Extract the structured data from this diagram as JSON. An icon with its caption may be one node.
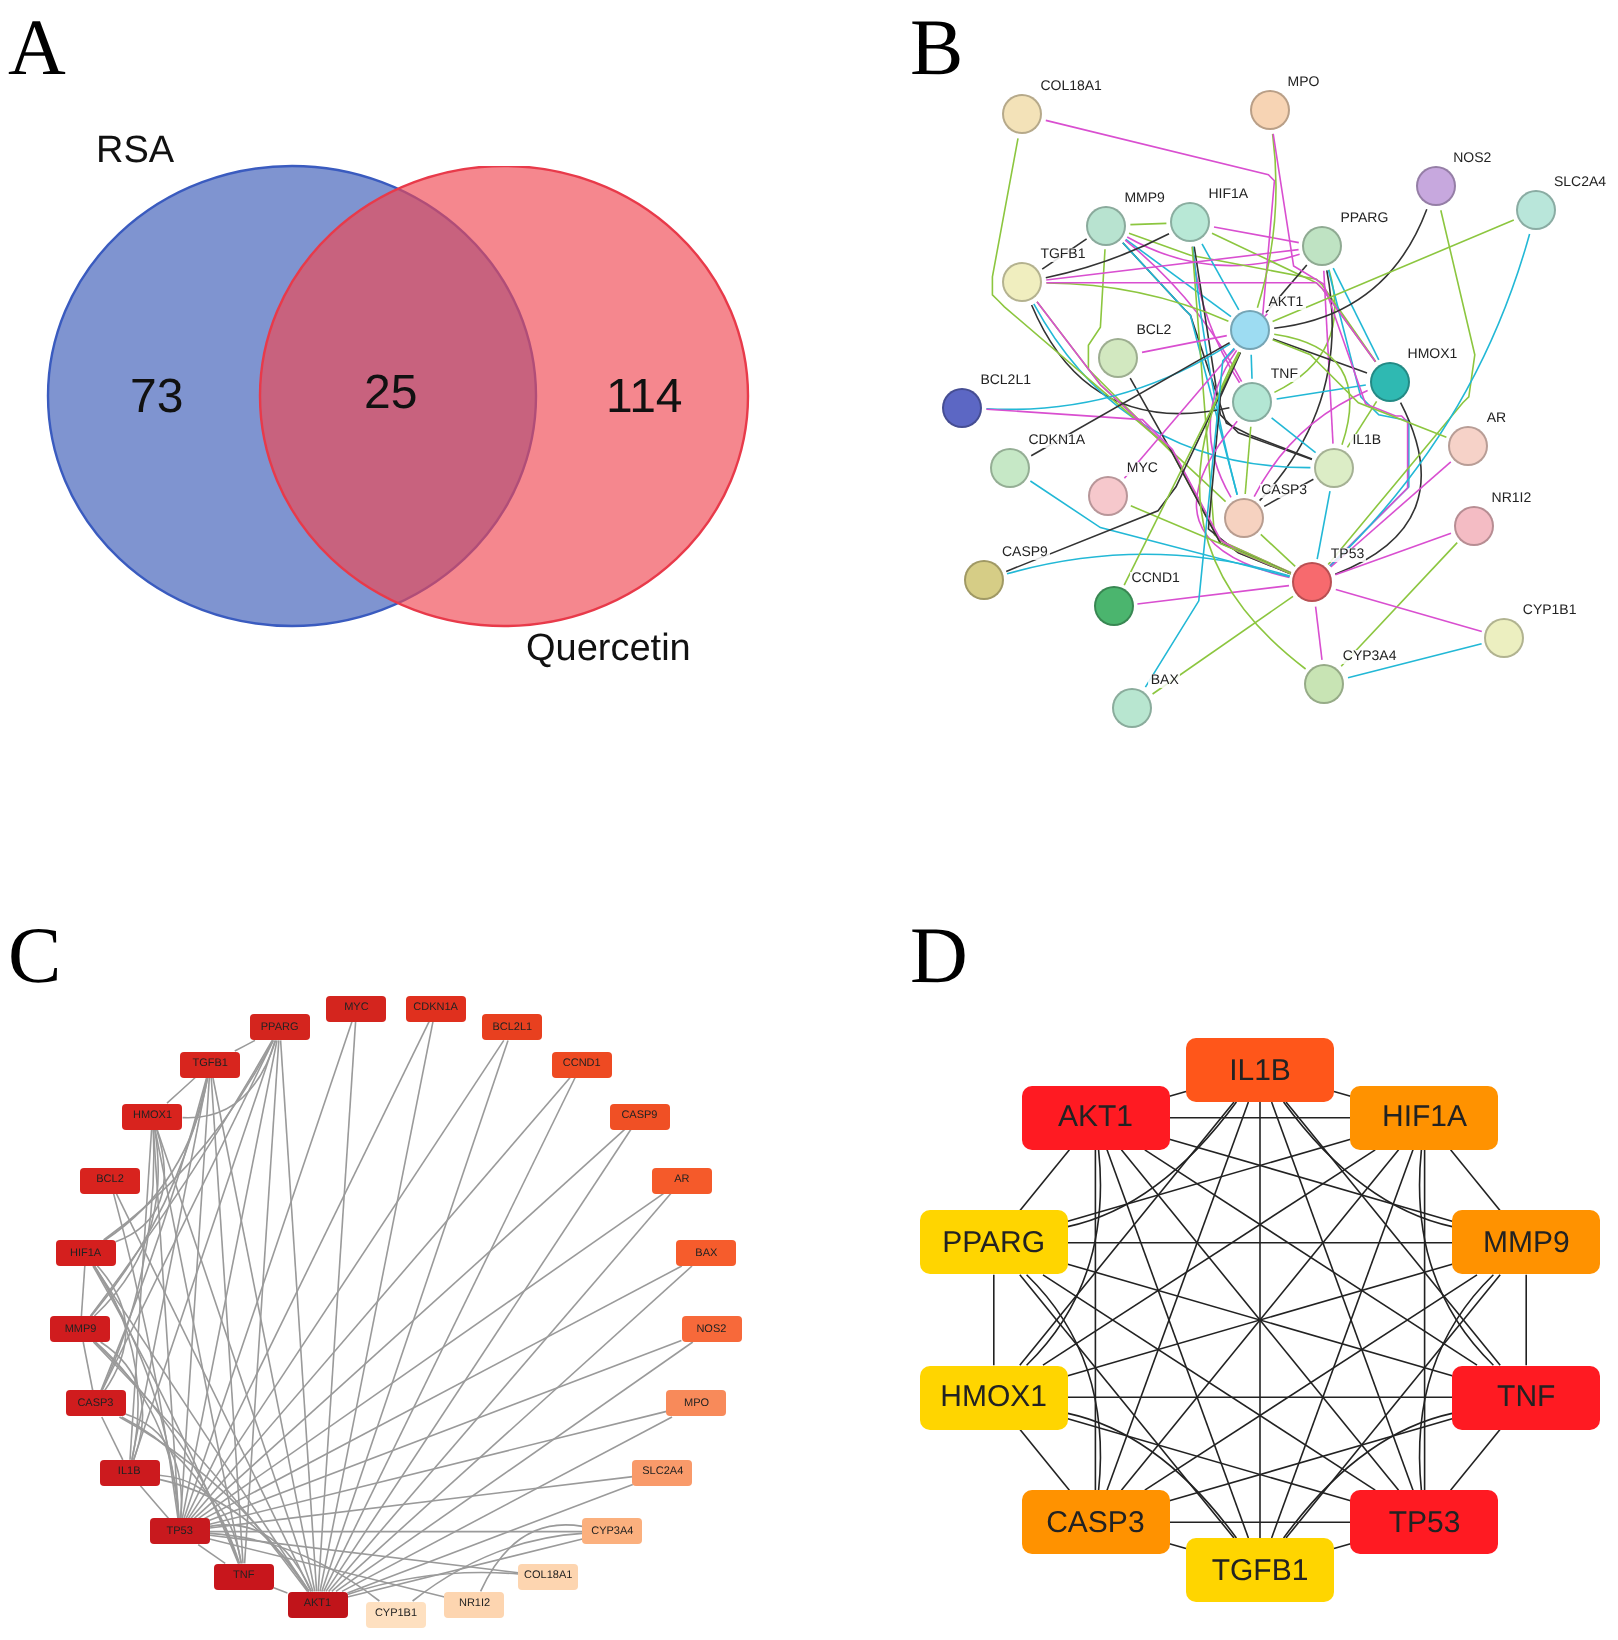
{
  "diagram": {
    "nodes": [
      {
        "text": [
          "RSA",
          "73"
        ]
      },
      {
        "text": [
          "114",
          "Quercetin"
        ]
      },
      {
        "text": [
          "COL18A1"
        ]
      },
      {
        "text": [
          "MPO"
        ]
      },
      {
        "text": [
          "NOS2"
        ]
      },
      {
        "text": [
          "SLC2A4"
        ]
      },
      {
        "text": [
          "MMP9"
        ]
      },
      {
        "text": [
          "HIF1A"
        ]
      },
      {
        "text": [
          "PPARG"
        ]
      },
      {
        "text": [
          "TGFB1"
        ]
      },
      {
        "text": [
          "AKT1"
        ]
      },
      {
        "text": [
          "BCL2"
        ]
      },
      {
        "text": [
          "HMOX1"
        ]
      },
      {
        "text": [
          "BCL2L1"
        ]
      },
      {
        "text": [
          "TNF"
        ]
      },
      {
        "text": [
          "AR"
        ]
      },
      {
        "text": [
          "CDKN1A"
        ]
      },
      {
        "text": [
          "IL1B"
        ]
      },
      {
        "text": [
          "MYC"
        ]
      },
      {
        "text": [
          "CASP3"
        ]
      },
      {
        "text": [
          "NR1I2"
        ]
      },
      {
        "text": [
          "CASP9"
        ]
      },
      {
        "text": [
          "TP53"
        ]
      },
      {
        "text": [
          "CCND1"
        ]
      },
      {
        "text": [
          "CYP1B1"
        ]
      },
      {
        "text": [
          "CYP3A4"
        ]
      },
      {
        "text": [
          "BAX"
        ]
      },
      {
        "text": [
          "MYC"
        ]
      },
      {
        "text": [
          "CDKN1A"
        ]
      },
      {
        "text": [
          "BCL2L1"
        ]
      },
      {
        "text": [
          "CCND1"
        ]
      },
      {
        "text": [
          "CASP9"
        ]
      },
      {
        "text": [
          "AR"
        ]
      },
      {
        "text": [
          "BAX"
        ]
      },
      {
        "text": [
          "NOS2"
        ]
      },
      {
        "text": [
          "MPO"
        ]
      },
      {
        "text": [
          "SLC2A4"
        ]
      },
      {
        "text": [
          "CYP3A4"
        ]
      },
      {
        "text": [
          "COL18A1"
        ]
      },
      {
        "text": [
          "NR1I2"
        ]
      },
      {
        "text": [
          "CYP1B1"
        ]
      },
      {
        "text": [
          "AKT1"
        ]
      },
      {
        "text": [
          "TNF"
        ]
      },
      {
        "text": [
          "TP53"
        ]
      },
      {
        "text": [
          "IL1B"
        ]
      },
      {
        "text": [
          "CASP3"
        ]
      },
      {
        "text": [
          "MMP9"
        ]
      },
      {
        "text": [
          "HIF1A"
        ]
      },
      {
        "text": [
          "BCL2"
        ]
      },
      {
        "text": [
          "HMOX1"
        ]
      },
      {
        "text": [
          "TGFB1"
        ]
      },
      {
        "text": [
          "PPARG"
        ]
      },
      {
        "text": [
          "IL1B"
        ]
      },
      {
        "text": [
          "AKT1"
        ]
      },
      {
        "text": [
          "HIF1A"
        ]
      },
      {
        "text": [
          "HMOX1"
        ]
      },
      {
        "text": [
          "PPARG"
        ]
      },
      {
        "text": [
          "MMP9"
        ]
      },
      {
        "text": [
          "TNF"
        ]
      },
      {
        "text": [
          "CASP3"
        ]
      },
      {
        "text": [
          "TP53"
        ]
      },
      {
        "text": [
          "TGFB1"
        ]
      }
    ],
    "edges": [
      {
        "from": 6,
        "to": 7,
        "arrow": "none",
        "color": "#8cc63f"
      },
      {
        "from": 6,
        "to": 8,
        "arrow": "none",
        "color": "#d94fd0"
      },
      {
        "from": 6,
        "to": 9,
        "arrow": "none",
        "color": "#333333"
      },
      {
        "from": 6,
        "to": 10,
        "arrow": "none",
        "color": "#22b8d6"
      },
      {
        "from": 6,
        "to": 12,
        "arrow": "none",
        "color": "#8cc63f"
      },
      {
        "from": 6,
        "to": 14,
        "arrow": "none",
        "color": "#d94fd0"
      },
      {
        "from": 6,
        "to": 17,
        "arrow": "none",
        "color": "#333333"
      },
      {
        "from": 6,
        "to": 19,
        "arrow": "none",
        "color": "#22b8d6"
      },
      {
        "from": 6,
        "to": 22,
        "arrow": "none",
        "color": "#8cc63f"
      },
      {
        "from": 7,
        "to": 8,
        "arrow": "none",
        "color": "#d94fd0"
      },
      {
        "from": 7,
        "to": 9,
        "arrow": "none",
        "color": "#333333"
      },
      {
        "from": 7,
        "to": 10,
        "arrow": "none",
        "color": "#22b8d6"
      },
      {
        "from": 7,
        "to": 12,
        "arrow": "none",
        "color": "#8cc63f"
      },
      {
        "from": 7,
        "to": 14,
        "arrow": "none",
        "color": "#d94fd0"
      },
      {
        "from": 7,
        "to": 17,
        "arrow": "none",
        "color": "#333333"
      },
      {
        "from": 7,
        "to": 19,
        "arrow": "none",
        "color": "#22b8d6"
      },
      {
        "from": 7,
        "to": 22,
        "arrow": "none",
        "color": "#8cc63f"
      },
      {
        "from": 8,
        "to": 9,
        "arrow": "none",
        "color": "#d94fd0"
      },
      {
        "from": 8,
        "to": 10,
        "arrow": "none",
        "color": "#333333"
      },
      {
        "from": 8,
        "to": 12,
        "arrow": "none",
        "color": "#22b8d6"
      },
      {
        "from": 8,
        "to": 14,
        "arrow": "none",
        "color": "#8cc63f"
      },
      {
        "from": 8,
        "to": 17,
        "arrow": "none",
        "color": "#d94fd0"
      },
      {
        "from": 8,
        "to": 19,
        "arrow": "none",
        "color": "#333333"
      },
      {
        "from": 8,
        "to": 22,
        "arrow": "none",
        "color": "#22b8d6"
      },
      {
        "from": 9,
        "to": 10,
        "arrow": "none",
        "color": "#8cc63f"
      },
      {
        "from": 9,
        "to": 12,
        "arrow": "none",
        "color": "#d94fd0"
      },
      {
        "from": 9,
        "to": 14,
        "arrow": "none",
        "color": "#333333"
      },
      {
        "from": 9,
        "to": 17,
        "arrow": "none",
        "color": "#22b8d6"
      },
      {
        "from": 9,
        "to": 19,
        "arrow": "none",
        "color": "#8cc63f"
      },
      {
        "from": 9,
        "to": 22,
        "arrow": "none",
        "color": "#d94fd0"
      },
      {
        "from": 10,
        "to": 12,
        "arrow": "none",
        "color": "#333333"
      },
      {
        "from": 10,
        "to": 14,
        "arrow": "none",
        "color": "#22b8d6"
      },
      {
        "from": 10,
        "to": 17,
        "arrow": "none",
        "color": "#8cc63f"
      },
      {
        "from": 10,
        "to": 19,
        "arrow": "none",
        "color": "#d94fd0"
      },
      {
        "from": 10,
        "to": 22,
        "arrow": "none",
        "color": "#333333"
      },
      {
        "from": 12,
        "to": 14,
        "arrow": "none",
        "color": "#22b8d6"
      },
      {
        "from": 12,
        "to": 17,
        "arrow": "none",
        "color": "#8cc63f"
      },
      {
        "from": 12,
        "to": 19,
        "arrow": "none",
        "color": "#d94fd0"
      },
      {
        "from": 12,
        "to": 22,
        "arrow": "none",
        "color": "#333333"
      },
      {
        "from": 14,
        "to": 17,
        "arrow": "none",
        "color": "#22b8d6"
      },
      {
        "from": 14,
        "to": 19,
        "arrow": "none",
        "color": "#8cc63f"
      },
      {
        "from": 14,
        "to": 22,
        "arrow": "none",
        "color": "#d94fd0"
      },
      {
        "from": 17,
        "to": 19,
        "arrow": "none",
        "color": "#333333"
      },
      {
        "from": 17,
        "to": 22,
        "arrow": "none",
        "color": "#22b8d6"
      },
      {
        "from": 19,
        "to": 22,
        "arrow": "none",
        "color": "#8cc63f"
      },
      {
        "from": 2,
        "to": 10,
        "arrow": "none",
        "color": "#d94fd0"
      },
      {
        "from": 2,
        "to": 22,
        "arrow": "none",
        "color": "#8cc63f"
      },
      {
        "from": 3,
        "to": 10,
        "arrow": "none",
        "color": "#8cc63f"
      },
      {
        "from": 3,
        "to": 22,
        "arrow": "none",
        "color": "#d94fd0"
      },
      {
        "from": 4,
        "to": 10,
        "arrow": "none",
        "color": "#333333"
      },
      {
        "from": 4,
        "to": 22,
        "arrow": "none",
        "color": "#8cc63f"
      },
      {
        "from": 5,
        "to": 10,
        "arrow": "none",
        "color": "#8cc63f"
      },
      {
        "from": 5,
        "to": 22,
        "arrow": "none",
        "color": "#22b8d6"
      },
      {
        "from": 11,
        "to": 10,
        "arrow": "none",
        "color": "#d94fd0"
      },
      {
        "from": 11,
        "to": 22,
        "arrow": "none",
        "color": "#333333"
      },
      {
        "from": 13,
        "to": 10,
        "arrow": "none",
        "color": "#22b8d6"
      },
      {
        "from": 13,
        "to": 22,
        "arrow": "none",
        "color": "#d94fd0"
      },
      {
        "from": 15,
        "to": 10,
        "arrow": "none",
        "color": "#8cc63f"
      },
      {
        "from": 15,
        "to": 22,
        "arrow": "none",
        "color": "#d94fd0"
      },
      {
        "from": 16,
        "to": 10,
        "arrow": "none",
        "color": "#333333"
      },
      {
        "from": 16,
        "to": 22,
        "arrow": "none",
        "color": "#22b8d6"
      },
      {
        "from": 18,
        "to": 10,
        "arrow": "none",
        "color": "#d94fd0"
      },
      {
        "from": 18,
        "to": 22,
        "arrow": "none",
        "color": "#8cc63f"
      },
      {
        "from": 20,
        "to": 22,
        "arrow": "none",
        "color": "#d94fd0"
      },
      {
        "from": 20,
        "to": 25,
        "arrow": "none",
        "color": "#8cc63f"
      },
      {
        "from": 21,
        "to": 10,
        "arrow": "none",
        "color": "#333333"
      },
      {
        "from": 21,
        "to": 22,
        "arrow": "none",
        "color": "#22b8d6"
      },
      {
        "from": 23,
        "to": 10,
        "arrow": "none",
        "color": "#8cc63f"
      },
      {
        "from": 23,
        "to": 22,
        "arrow": "none",
        "color": "#d94fd0"
      },
      {
        "from": 24,
        "to": 22,
        "arrow": "none",
        "color": "#d94fd0"
      },
      {
        "from": 24,
        "to": 25,
        "arrow": "none",
        "color": "#22b8d6"
      },
      {
        "from": 25,
        "to": 10,
        "arrow": "none",
        "color": "#8cc63f"
      },
      {
        "from": 25,
        "to": 22,
        "arrow": "none",
        "color": "#d94fd0"
      },
      {
        "from": 26,
        "to": 10,
        "arrow": "none",
        "color": "#22b8d6"
      },
      {
        "from": 26,
        "to": 22,
        "arrow": "none",
        "color": "#8cc63f"
      },
      {
        "from": 41,
        "to": 42,
        "arrow": "none",
        "color": "#9a9a9a"
      },
      {
        "from": 41,
        "to": 43,
        "arrow": "none",
        "color": "#9a9a9a"
      },
      {
        "from": 41,
        "to": 44,
        "arrow": "none",
        "color": "#9a9a9a"
      },
      {
        "from": 41,
        "to": 45,
        "arrow": "none",
        "color": "#9a9a9a"
      },
      {
        "from": 41,
        "to": 46,
        "arrow": "none",
        "color": "#9a9a9a"
      },
      {
        "from": 41,
        "to": 47,
        "arrow": "none",
        "color": "#9a9a9a"
      },
      {
        "from": 41,
        "to": 49,
        "arrow": "none",
        "color": "#9a9a9a"
      },
      {
        "from": 41,
        "to": 50,
        "arrow": "none",
        "color": "#9a9a9a"
      },
      {
        "from": 41,
        "to": 51,
        "arrow": "none",
        "color": "#9a9a9a"
      },
      {
        "from": 42,
        "to": 43,
        "arrow": "none",
        "color": "#9a9a9a"
      },
      {
        "from": 42,
        "to": 44,
        "arrow": "none",
        "color": "#9a9a9a"
      },
      {
        "from": 42,
        "to": 45,
        "arrow": "none",
        "color": "#9a9a9a"
      },
      {
        "from": 42,
        "to": 46,
        "arrow": "none",
        "color": "#9a9a9a"
      },
      {
        "from": 42,
        "to": 47,
        "arrow": "none",
        "color": "#9a9a9a"
      },
      {
        "from": 42,
        "to": 49,
        "arrow": "none",
        "color": "#9a9a9a"
      },
      {
        "from": 42,
        "to": 50,
        "arrow": "none",
        "color": "#9a9a9a"
      },
      {
        "from": 42,
        "to": 51,
        "arrow": "none",
        "color": "#9a9a9a"
      },
      {
        "from": 43,
        "to": 44,
        "arrow": "none",
        "color": "#9a9a9a"
      },
      {
        "from": 43,
        "to": 45,
        "arrow": "none",
        "color": "#9a9a9a"
      },
      {
        "from": 43,
        "to": 46,
        "arrow": "none",
        "color": "#9a9a9a"
      },
      {
        "from": 43,
        "to": 47,
        "arrow": "none",
        "color": "#9a9a9a"
      },
      {
        "from": 43,
        "to": 49,
        "arrow": "none",
        "color": "#9a9a9a"
      },
      {
        "from": 43,
        "to": 50,
        "arrow": "none",
        "color": "#9a9a9a"
      },
      {
        "from": 43,
        "to": 51,
        "arrow": "none",
        "color": "#9a9a9a"
      },
      {
        "from": 44,
        "to": 45,
        "arrow": "none",
        "color": "#9a9a9a"
      },
      {
        "from": 44,
        "to": 46,
        "arrow": "none",
        "color": "#9a9a9a"
      },
      {
        "from": 44,
        "to": 47,
        "arrow": "none",
        "color": "#9a9a9a"
      },
      {
        "from": 44,
        "to": 49,
        "arrow": "none",
        "color": "#9a9a9a"
      },
      {
        "from": 44,
        "to": 50,
        "arrow": "none",
        "color": "#9a9a9a"
      },
      {
        "from": 44,
        "to": 51,
        "arrow": "none",
        "color": "#9a9a9a"
      },
      {
        "from": 45,
        "to": 46,
        "arrow": "none",
        "color": "#9a9a9a"
      },
      {
        "from": 45,
        "to": 47,
        "arrow": "none",
        "color": "#9a9a9a"
      },
      {
        "from": 45,
        "to": 49,
        "arrow": "none",
        "color": "#9a9a9a"
      },
      {
        "from": 45,
        "to": 50,
        "arrow": "none",
        "color": "#9a9a9a"
      },
      {
        "from": 45,
        "to": 51,
        "arrow": "none",
        "color": "#9a9a9a"
      },
      {
        "from": 46,
        "to": 47,
        "arrow": "none",
        "color": "#9a9a9a"
      },
      {
        "from": 46,
        "to": 49,
        "arrow": "none",
        "color": "#9a9a9a"
      },
      {
        "from": 46,
        "to": 50,
        "arrow": "none",
        "color": "#9a9a9a"
      },
      {
        "from": 46,
        "to": 51,
        "arrow": "none",
        "color": "#9a9a9a"
      },
      {
        "from": 47,
        "to": 49,
        "arrow": "none",
        "color": "#9a9a9a"
      },
      {
        "from": 47,
        "to": 50,
        "arrow": "none",
        "color": "#9a9a9a"
      },
      {
        "from": 47,
        "to": 51,
        "arrow": "none",
        "color": "#9a9a9a"
      },
      {
        "from": 49,
        "to": 50,
        "arrow": "none",
        "color": "#9a9a9a"
      },
      {
        "from": 49,
        "to": 51,
        "arrow": "none",
        "color": "#9a9a9a"
      },
      {
        "from": 50,
        "to": 51,
        "arrow": "none",
        "color": "#9a9a9a"
      },
      {
        "from": 27,
        "to": 41,
        "arrow": "none",
        "color": "#9a9a9a"
      },
      {
        "from": 27,
        "to": 43,
        "arrow": "none",
        "color": "#9a9a9a"
      },
      {
        "from": 28,
        "to": 41,
        "arrow": "none",
        "color": "#9a9a9a"
      },
      {
        "from": 28,
        "to": 43,
        "arrow": "none",
        "color": "#9a9a9a"
      },
      {
        "from": 29,
        "to": 41,
        "arrow": "none",
        "color": "#9a9a9a"
      },
      {
        "from": 29,
        "to": 43,
        "arrow": "none",
        "color": "#9a9a9a"
      },
      {
        "from": 30,
        "to": 41,
        "arrow": "none",
        "color": "#9a9a9a"
      },
      {
        "from": 30,
        "to": 43,
        "arrow": "none",
        "color": "#9a9a9a"
      },
      {
        "from": 31,
        "to": 41,
        "arrow": "none",
        "color": "#9a9a9a"
      },
      {
        "from": 31,
        "to": 43,
        "arrow": "none",
        "color": "#9a9a9a"
      },
      {
        "from": 32,
        "to": 41,
        "arrow": "none",
        "color": "#9a9a9a"
      },
      {
        "from": 32,
        "to": 43,
        "arrow": "none",
        "color": "#9a9a9a"
      },
      {
        "from": 33,
        "to": 41,
        "arrow": "none",
        "color": "#9a9a9a"
      },
      {
        "from": 33,
        "to": 43,
        "arrow": "none",
        "color": "#9a9a9a"
      },
      {
        "from": 34,
        "to": 41,
        "arrow": "none",
        "color": "#9a9a9a"
      },
      {
        "from": 34,
        "to": 43,
        "arrow": "none",
        "color": "#9a9a9a"
      },
      {
        "from": 35,
        "to": 41,
        "arrow": "none",
        "color": "#9a9a9a"
      },
      {
        "from": 35,
        "to": 43,
        "arrow": "none",
        "color": "#9a9a9a"
      },
      {
        "from": 36,
        "to": 41,
        "arrow": "none",
        "color": "#9a9a9a"
      },
      {
        "from": 36,
        "to": 43,
        "arrow": "none",
        "color": "#9a9a9a"
      },
      {
        "from": 37,
        "to": 41,
        "arrow": "none",
        "color": "#9a9a9a"
      },
      {
        "from": 37,
        "to": 43,
        "arrow": "none",
        "color": "#9a9a9a"
      },
      {
        "from": 38,
        "to": 41,
        "arrow": "none",
        "color": "#9a9a9a"
      },
      {
        "from": 38,
        "to": 43,
        "arrow": "none",
        "color": "#9a9a9a"
      },
      {
        "from": 39,
        "to": 43,
        "arrow": "none",
        "color": "#9a9a9a"
      },
      {
        "from": 39,
        "to": 37,
        "arrow": "none",
        "color": "#9a9a9a"
      },
      {
        "from": 40,
        "to": 43,
        "arrow": "none",
        "color": "#9a9a9a"
      },
      {
        "from": 40,
        "to": 37,
        "arrow": "none",
        "color": "#9a9a9a"
      },
      {
        "from": 48,
        "to": 41,
        "arrow": "none",
        "color": "#9a9a9a"
      },
      {
        "from": 48,
        "to": 43,
        "arrow": "none",
        "color": "#9a9a9a"
      },
      {
        "from": 52,
        "to": 53,
        "arrow": "none",
        "color": "#222222"
      },
      {
        "from": 52,
        "to": 54,
        "arrow": "none",
        "color": "#222222"
      },
      {
        "from": 52,
        "to": 55,
        "arrow": "none",
        "color": "#222222"
      },
      {
        "from": 52,
        "to": 56,
        "arrow": "none",
        "color": "#222222"
      },
      {
        "from": 52,
        "to": 57,
        "arrow": "none",
        "color": "#222222"
      },
      {
        "from": 52,
        "to": 58,
        "arrow": "none",
        "color": "#222222"
      },
      {
        "from": 52,
        "to": 59,
        "arrow": "none",
        "color": "#222222"
      },
      {
        "from": 52,
        "to": 60,
        "arrow": "none",
        "color": "#222222"
      },
      {
        "from": 52,
        "to": 61,
        "arrow": "none",
        "color": "#222222"
      },
      {
        "from": 53,
        "to": 54,
        "arrow": "none",
        "color": "#222222"
      },
      {
        "from": 53,
        "to": 55,
        "arrow": "none",
        "color": "#222222"
      },
      {
        "from": 53,
        "to": 56,
        "arrow": "none",
        "color": "#222222"
      },
      {
        "from": 53,
        "to": 57,
        "arrow": "none",
        "color": "#222222"
      },
      {
        "from": 53,
        "to": 58,
        "arrow": "none",
        "color": "#222222"
      },
      {
        "from": 53,
        "to": 59,
        "arrow": "none",
        "color": "#222222"
      },
      {
        "from": 53,
        "to": 60,
        "arrow": "none",
        "color": "#222222"
      },
      {
        "from": 53,
        "to": 61,
        "arrow": "none",
        "color": "#222222"
      },
      {
        "from": 54,
        "to": 55,
        "arrow": "none",
        "color": "#222222"
      },
      {
        "from": 54,
        "to": 56,
        "arrow": "none",
        "color": "#222222"
      },
      {
        "from": 54,
        "to": 57,
        "arrow": "none",
        "color": "#222222"
      },
      {
        "from": 54,
        "to": 58,
        "arrow": "none",
        "color": "#222222"
      },
      {
        "from": 54,
        "to": 59,
        "arrow": "none",
        "color": "#222222"
      },
      {
        "from": 54,
        "to": 60,
        "arrow": "none",
        "color": "#222222"
      },
      {
        "from": 54,
        "to": 61,
        "arrow": "none",
        "color": "#222222"
      },
      {
        "from": 55,
        "to": 56,
        "arrow": "none",
        "color": "#222222"
      },
      {
        "from": 55,
        "to": 57,
        "arrow": "none",
        "color": "#222222"
      },
      {
        "from": 55,
        "to": 58,
        "arrow": "none",
        "color": "#222222"
      },
      {
        "from": 55,
        "to": 59,
        "arrow": "none",
        "color": "#222222"
      },
      {
        "from": 55,
        "to": 60,
        "arrow": "none",
        "color": "#222222"
      },
      {
        "from": 55,
        "to": 61,
        "arrow": "none",
        "color": "#222222"
      },
      {
        "from": 56,
        "to": 57,
        "arrow": "none",
        "color": "#222222"
      },
      {
        "from": 56,
        "to": 58,
        "arrow": "none",
        "color": "#222222"
      },
      {
        "from": 56,
        "to": 59,
        "arrow": "none",
        "color": "#222222"
      },
      {
        "from": 56,
        "to": 60,
        "arrow": "none",
        "color": "#222222"
      },
      {
        "from": 56,
        "to": 61,
        "arrow": "none",
        "color": "#222222"
      },
      {
        "from": 57,
        "to": 58,
        "arrow": "none",
        "color": "#222222"
      },
      {
        "from": 57,
        "to": 59,
        "arrow": "none",
        "color": "#222222"
      },
      {
        "from": 57,
        "to": 60,
        "arrow": "none",
        "color": "#222222"
      },
      {
        "from": 57,
        "to": 61,
        "arrow": "none",
        "color": "#222222"
      },
      {
        "from": 58,
        "to": 59,
        "arrow": "none",
        "color": "#222222"
      },
      {
        "from": 58,
        "to": 60,
        "arrow": "none",
        "color": "#222222"
      },
      {
        "from": 58,
        "to": 61,
        "arrow": "none",
        "color": "#222222"
      },
      {
        "from": 59,
        "to": 60,
        "arrow": "none",
        "color": "#222222"
      },
      {
        "from": 59,
        "to": 61,
        "arrow": "none",
        "color": "#222222"
      },
      {
        "from": 60,
        "to": 61,
        "arrow": "none",
        "color": "#222222"
      }
    ],
    "labels": [
      "A",
      "B",
      "25",
      "C",
      "D"
    ]
  }
}
